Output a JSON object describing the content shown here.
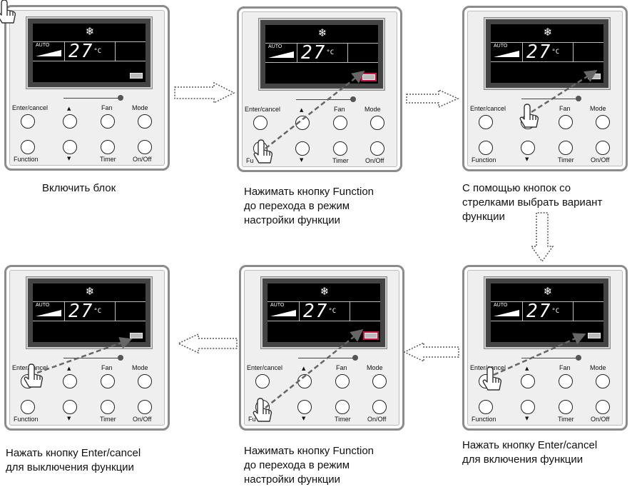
{
  "panels": [
    {
      "lcd": {
        "snow": "❄",
        "auto": "AUTO",
        "temp": "27",
        "unit": "°C"
      },
      "buttons": {
        "enter": "Enter/cancel",
        "up": "▲",
        "fan": "Fan",
        "mode": "Mode",
        "function": "Function",
        "down": "▼",
        "timer": "Timer",
        "onoff": "On/Off"
      }
    },
    {
      "lcd": {
        "snow": "❄",
        "auto": "AUTO",
        "temp": "27",
        "unit": "°C"
      },
      "buttons": {
        "enter": "Enter/cancel",
        "up": "▲",
        "fan": "Fan",
        "mode": "Mode",
        "function": "Fu",
        "down": "▼",
        "timer": "Timer",
        "onoff": "On/Off"
      }
    },
    {
      "lcd": {
        "snow": "❄",
        "auto": "AUTO",
        "temp": "27",
        "unit": "°C"
      },
      "buttons": {
        "enter": "Enter/cancel",
        "up": "▲",
        "fan": "Fan",
        "mode": "Mode",
        "function": "Function",
        "down": "▼",
        "timer": "Timer",
        "onoff": "On/Off"
      }
    },
    {
      "lcd": {
        "snow": "❄",
        "auto": "AUTO",
        "temp": "27",
        "unit": "°C"
      },
      "buttons": {
        "enter": "Enter/cancel",
        "up": "▲",
        "fan": "Fan",
        "mode": "Mode",
        "function": "Function",
        "down": "▼",
        "timer": "Timer",
        "onoff": "On/Off"
      }
    },
    {
      "lcd": {
        "snow": "❄",
        "auto": "AUTO",
        "temp": "27",
        "unit": "°C"
      },
      "buttons": {
        "enter": "Enter/cancel",
        "up": "▲",
        "fan": "Fan",
        "mode": "Mode",
        "function": "Fu",
        "down": "▼",
        "timer": "Timer",
        "onoff": "On/Off"
      }
    },
    {
      "lcd": {
        "snow": "❄",
        "auto": "AUTO",
        "temp": "27",
        "unit": "°C"
      },
      "buttons": {
        "enter": "Enter/cancel",
        "up": "▲",
        "fan": "Fan",
        "mode": "Mode",
        "function": "Function",
        "down": "▼",
        "timer": "Timer",
        "onoff": "On/Off"
      }
    }
  ],
  "captions": {
    "step1": "Включить блок",
    "step2": "Нажимать кнопку Function\nдо перехода в режим\nнастройки функции",
    "step3": "С помощью кнопок со\nстрелками выбрать вариант\nфункции",
    "step4": "Нажать кнопку Enter/cancel\nдля включения функции",
    "step5": "Нажимать кнопку Function\nдо перехода в режим\nнастройки функции",
    "step6": "Нажать кнопку Enter/cancel\nдля выключения функции"
  },
  "colors": {
    "highlight": "#d01040",
    "pointer_arrow": "#666666",
    "flow_arrow": "#555555"
  }
}
